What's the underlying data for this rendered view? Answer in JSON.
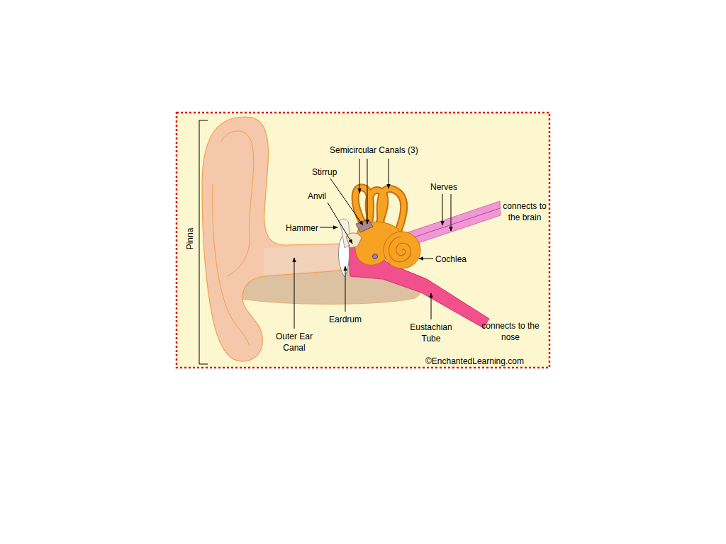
{
  "diagram": {
    "labels": [
      "Pinna",
      "Semicircular Canals (3)",
      "Stirrup",
      "Anvil",
      "Nerves",
      "connects to the brain",
      "Hammer",
      "Cochlea",
      "Outer Ear Canal",
      "Eardrum",
      "Eustachian Tube",
      "connects to the nose",
      "©EnchantedLearning.com"
    ]
  }
}
